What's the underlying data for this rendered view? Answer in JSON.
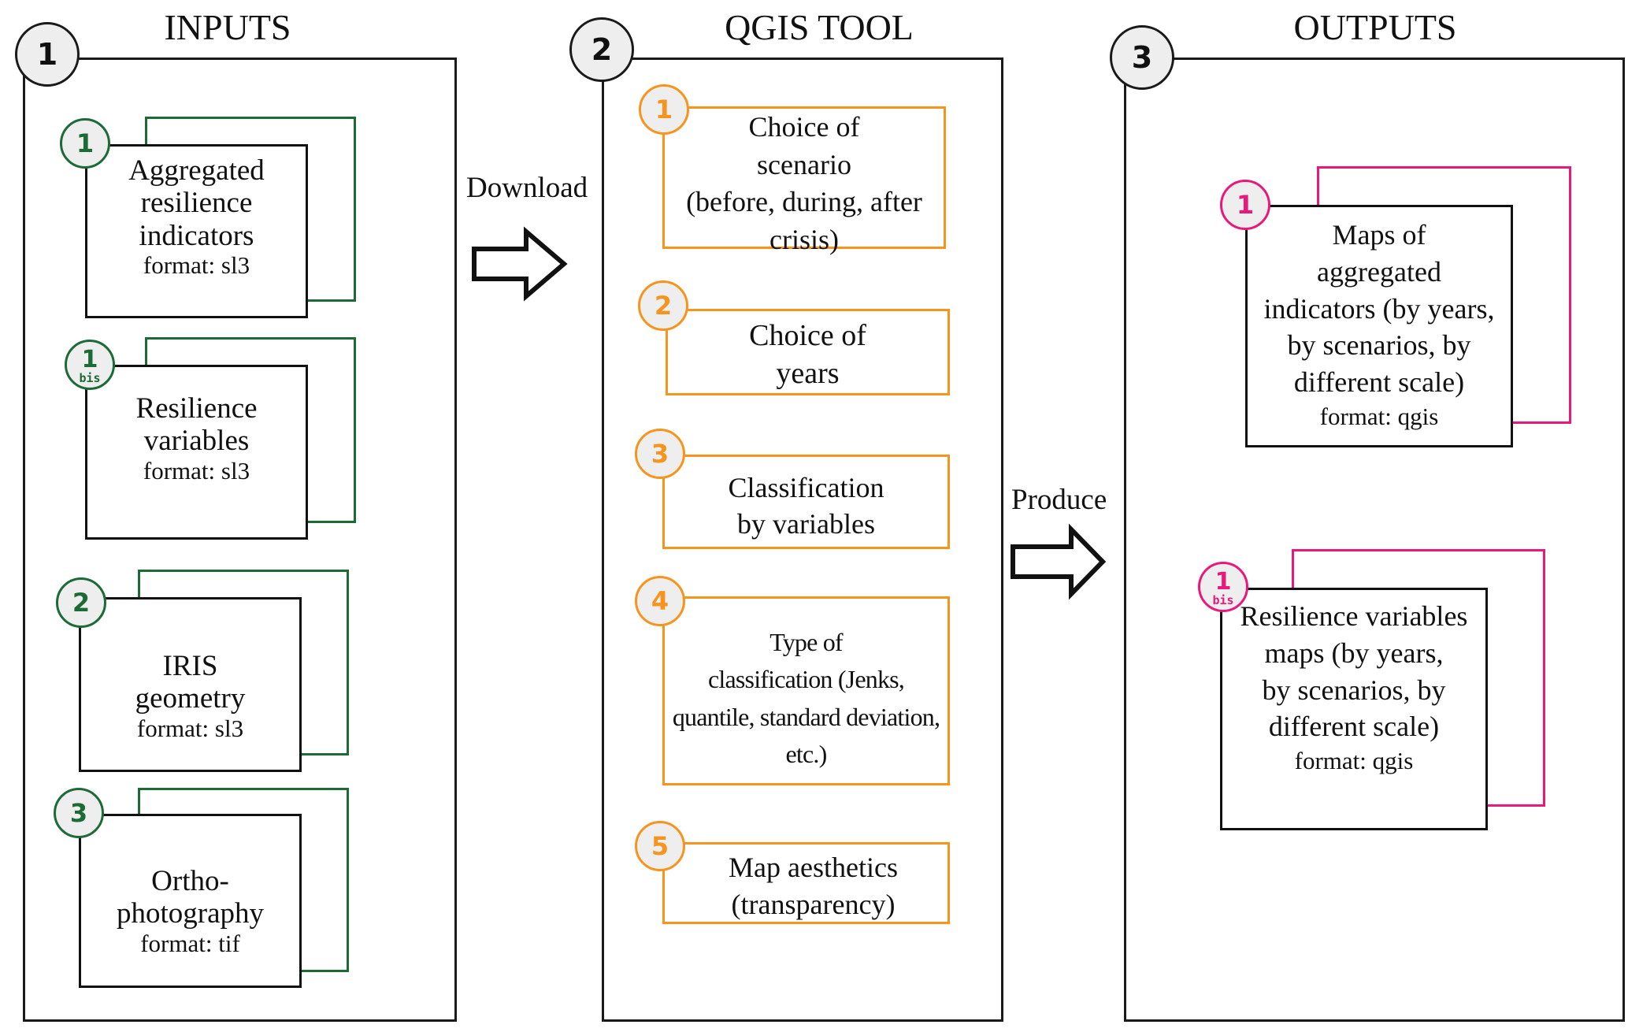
{
  "colors": {
    "inputs_accent": "#1a6b35",
    "tool_accent": "#f7941d",
    "outputs_accent": "#e8197a",
    "circle_fill": "#eeeeee",
    "panel_border": "#1a1a1a"
  },
  "inputs": {
    "step": "1",
    "title": "INPUTS",
    "items": [
      {
        "badge": "1",
        "badge_sub": "",
        "lines": [
          "Aggregated",
          "resilience",
          "indicators"
        ],
        "format": "format: sl3"
      },
      {
        "badge": "1",
        "badge_sub": "bis",
        "lines": [
          "Resilience",
          "variables"
        ],
        "format": "format: sl3"
      },
      {
        "badge": "2",
        "badge_sub": "",
        "lines": [
          "IRIS",
          "geometry"
        ],
        "format": "format: sl3"
      },
      {
        "badge": "3",
        "badge_sub": "",
        "lines": [
          "Ortho-",
          "photography"
        ],
        "format": "format: tif"
      }
    ]
  },
  "download_arrow": {
    "label": "Download",
    "icon": "right-arrow-icon"
  },
  "tool": {
    "step": "2",
    "title": "QGIS TOOL",
    "items": [
      {
        "badge": "1",
        "lines": [
          "Choice of",
          "scenario",
          "(before, during, after",
          "crisis)"
        ]
      },
      {
        "badge": "2",
        "lines": [
          "Choice of",
          "years"
        ]
      },
      {
        "badge": "3",
        "lines": [
          "Classification",
          "by variables"
        ]
      },
      {
        "badge": "4",
        "lines": [
          "Type of",
          "classification (Jenks,",
          "quantile, standard deviation,",
          "etc.)"
        ]
      },
      {
        "badge": "5",
        "lines": [
          "Map aesthetics",
          "(transparency)"
        ]
      }
    ]
  },
  "produce_arrow": {
    "label": "Produce",
    "icon": "right-arrow-icon"
  },
  "outputs": {
    "step": "3",
    "title": "OUTPUTS",
    "items": [
      {
        "badge": "1",
        "badge_sub": "",
        "lines": [
          "Maps of",
          "aggregated",
          "indicators (by years,",
          "by scenarios, by",
          "different scale)"
        ],
        "format": "format: qgis"
      },
      {
        "badge": "1",
        "badge_sub": "bis",
        "lines": [
          "Resilience variables",
          "maps (by years,",
          "by scenarios, by",
          "different scale)"
        ],
        "format": "format: qgis"
      }
    ]
  }
}
